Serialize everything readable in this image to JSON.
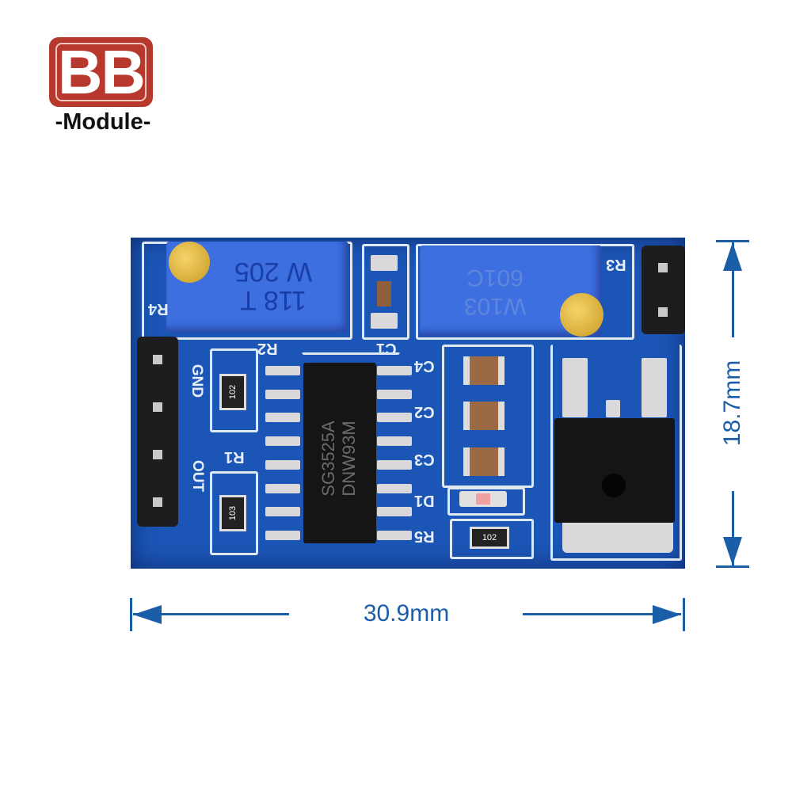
{
  "logo": {
    "mark": "BB",
    "subtitle": "-Module-",
    "color": "#b7382c"
  },
  "pcb": {
    "color": "#1b55b6",
    "pot_r4_marking": [
      "W 205",
      "118 T"
    ],
    "pot_r3_marking": [
      "W103",
      "601C"
    ],
    "labels": {
      "r4": "R4",
      "r3": "R3",
      "c1": "C1",
      "r2": "R2",
      "r1": "R1",
      "c4": "C4",
      "c2": "C2",
      "c3": "C3",
      "d1": "D1",
      "r5": "R5",
      "gnd": "GND",
      "out": "OUT"
    },
    "r2_code": "102",
    "r1_code": "103",
    "r5_code": "102",
    "ic_marking": [
      "SG3525A",
      "DNW93M"
    ]
  },
  "dimensions": {
    "width": "30.9mm",
    "height": "18.7mm",
    "color": "#1b5ea8"
  }
}
